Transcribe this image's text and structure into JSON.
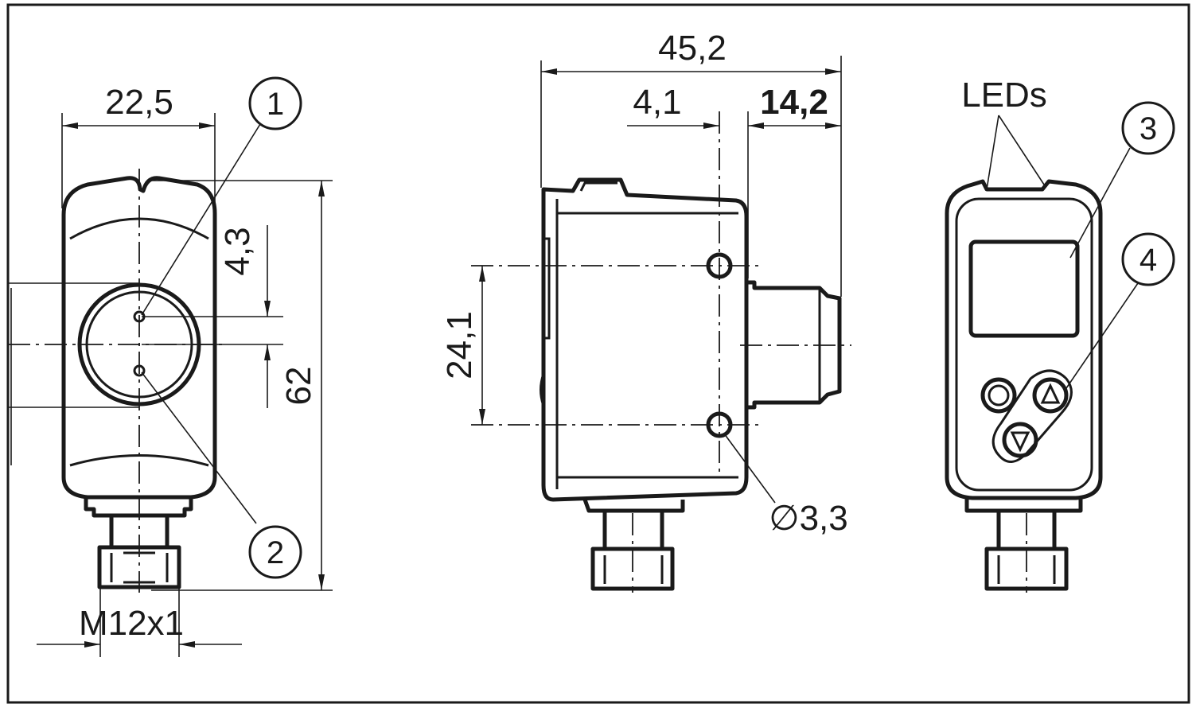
{
  "dimensions": {
    "width_total": "22,5",
    "depth_total": "45,2",
    "depth_front": "4,1",
    "depth_connector": "14,2",
    "hole_offset": "4,3",
    "hole_spacing": "24,1",
    "height_total": "62",
    "thread": "M12x1",
    "hole_diameter": "∅3,3"
  },
  "labels": {
    "leds": "LEDs"
  },
  "callouts": {
    "c1": "1",
    "c2": "2",
    "c3": "3",
    "c4": "4"
  }
}
